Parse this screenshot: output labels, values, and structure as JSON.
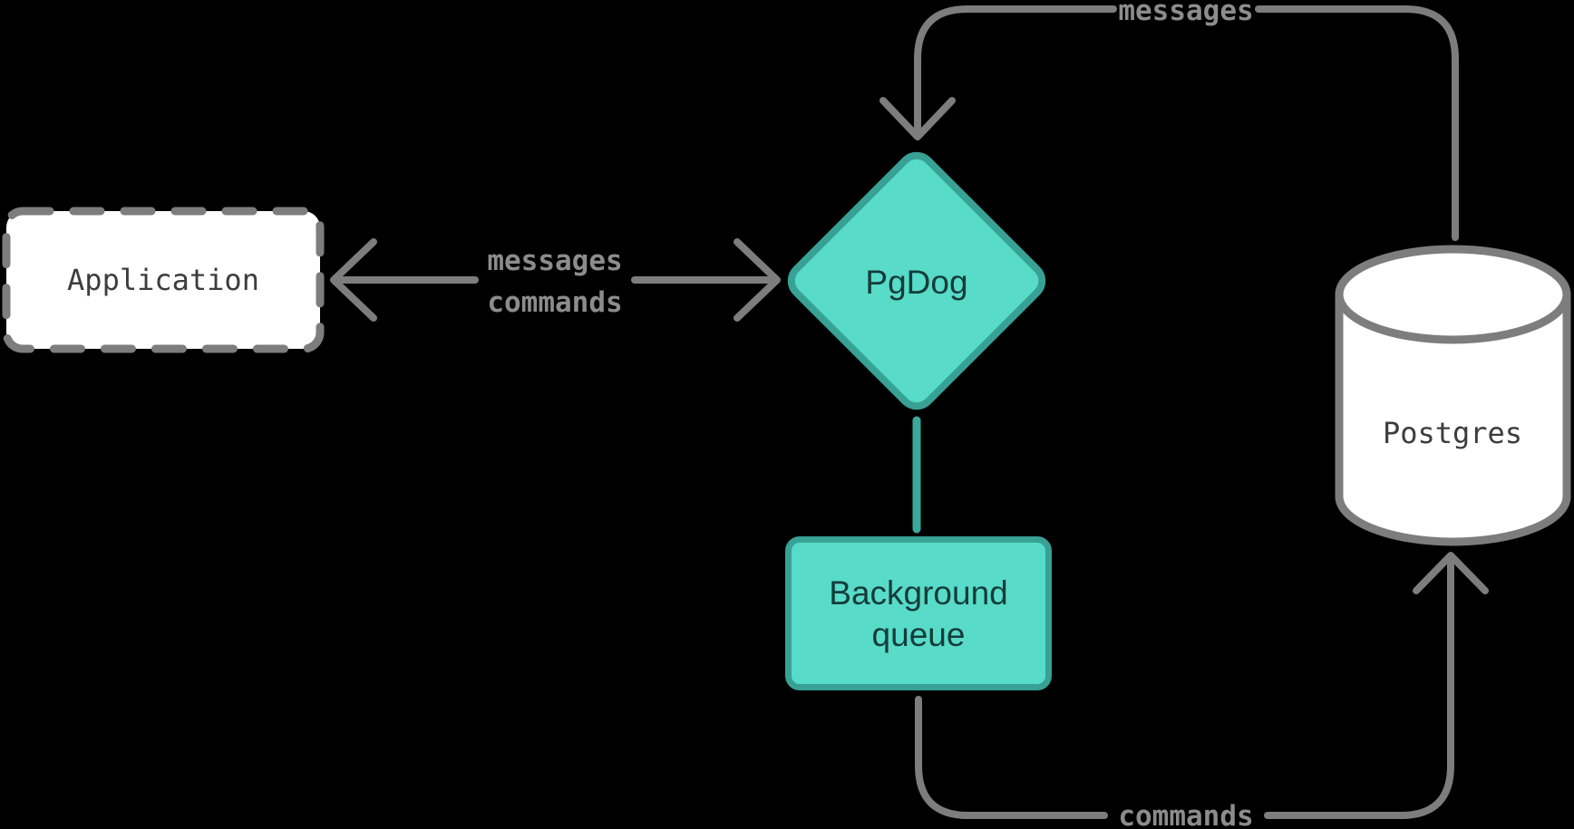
{
  "diagram": {
    "title": "PgDog message flow diagram",
    "background": "#000000",
    "nodes": {
      "application": {
        "label": "Application",
        "shape": "dashed-rectangle",
        "fill": "#ffffff",
        "border": "#7d7d7d",
        "text_color": "#3d3d3d"
      },
      "pgdog": {
        "label": "PgDog",
        "shape": "diamond",
        "fill": "#58dbc9",
        "border": "#38a195",
        "text_color": "#143c38"
      },
      "background_queue": {
        "label": "Background queue",
        "label_lines": [
          "Background",
          "queue"
        ],
        "shape": "rectangle",
        "fill": "#58dbc9",
        "border": "#38a195",
        "text_color": "#143c38"
      },
      "postgres": {
        "label": "Postgres",
        "shape": "cylinder",
        "fill": "#ffffff",
        "border": "#7d7d7d",
        "text_color": "#3d3d3d"
      }
    },
    "edges": {
      "app_pgdog": {
        "from": "PgDog",
        "to": "Application",
        "direction": "bidirectional",
        "labels": [
          "messages",
          "commands"
        ],
        "color": "#7d7d7d"
      },
      "postgres_to_pgdog": {
        "from": "Postgres",
        "to": "PgDog",
        "direction": "one-way",
        "label": "messages",
        "color": "#7d7d7d"
      },
      "pgdog_to_queue": {
        "from": "PgDog",
        "to": "Background queue",
        "direction": "plain",
        "label": "",
        "color": "#3aa99c"
      },
      "queue_to_postgres": {
        "from": "Background queue",
        "to": "Postgres",
        "direction": "one-way",
        "label": "commands",
        "color": "#7d7d7d"
      }
    },
    "colors": {
      "line_gray": "#7d7d7d",
      "label_gray": "#8c8c8c",
      "dark_text": "#3d3d3d",
      "teal_fill": "#58dbc9",
      "teal_border": "#38a195",
      "teal_text": "#143c38",
      "teal_edge": "#3aa99c",
      "white_fill": "#ffffff"
    }
  }
}
